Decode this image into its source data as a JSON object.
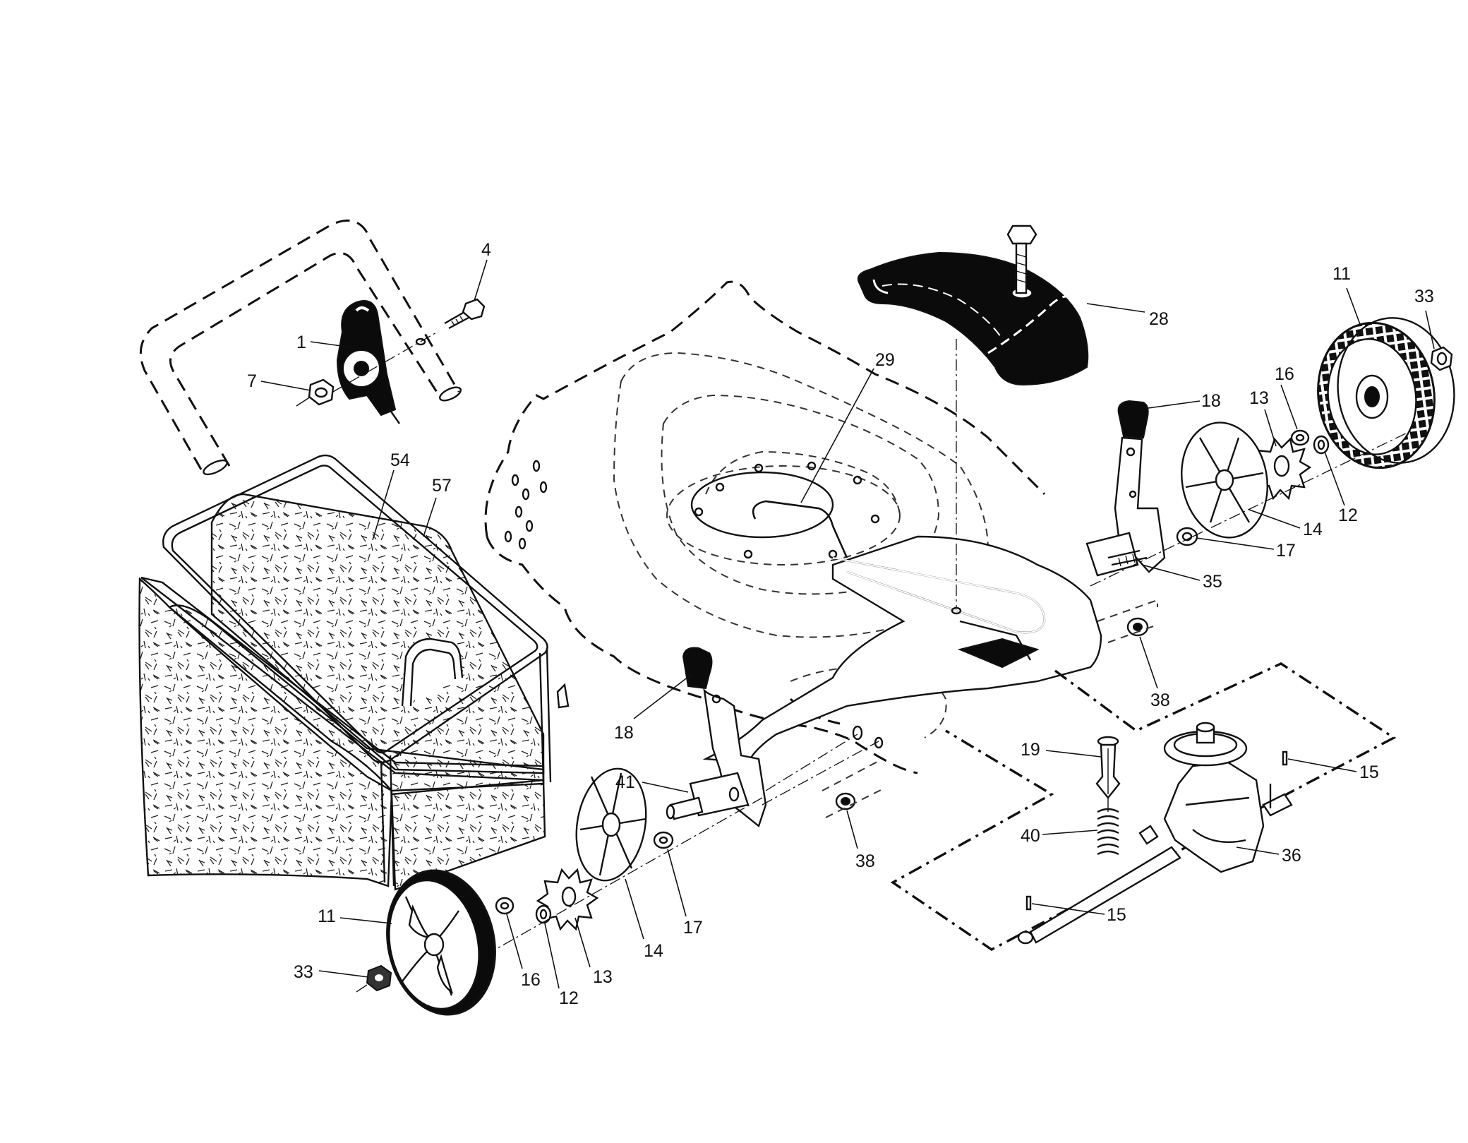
{
  "diagram": {
    "title": "",
    "callouts": [
      {
        "id": "c1",
        "label": "1"
      },
      {
        "id": "c4",
        "label": "4"
      },
      {
        "id": "c7",
        "label": "7"
      },
      {
        "id": "c54",
        "label": "54"
      },
      {
        "id": "c57",
        "label": "57"
      },
      {
        "id": "c29",
        "label": "29"
      },
      {
        "id": "c28",
        "label": "28"
      },
      {
        "id": "c11a",
        "label": "11"
      },
      {
        "id": "c33a",
        "label": "33"
      },
      {
        "id": "c18a",
        "label": "18"
      },
      {
        "id": "c16a",
        "label": "16"
      },
      {
        "id": "c13a",
        "label": "13"
      },
      {
        "id": "c12a",
        "label": "12"
      },
      {
        "id": "c14a",
        "label": "14"
      },
      {
        "id": "c17a",
        "label": "17"
      },
      {
        "id": "c35",
        "label": "35"
      },
      {
        "id": "c38a",
        "label": "38"
      },
      {
        "id": "c18b",
        "label": "18"
      },
      {
        "id": "c41",
        "label": "41"
      },
      {
        "id": "c38b",
        "label": "38"
      },
      {
        "id": "c19",
        "label": "19"
      },
      {
        "id": "c40",
        "label": "40"
      },
      {
        "id": "c15a",
        "label": "15"
      },
      {
        "id": "c36",
        "label": "36"
      },
      {
        "id": "c15b",
        "label": "15"
      },
      {
        "id": "c11b",
        "label": "11"
      },
      {
        "id": "c33b",
        "label": "33"
      },
      {
        "id": "c16b",
        "label": "16"
      },
      {
        "id": "c12b",
        "label": "12"
      },
      {
        "id": "c13b",
        "label": "13"
      },
      {
        "id": "c14b",
        "label": "14"
      },
      {
        "id": "c17b",
        "label": "17"
      }
    ]
  }
}
